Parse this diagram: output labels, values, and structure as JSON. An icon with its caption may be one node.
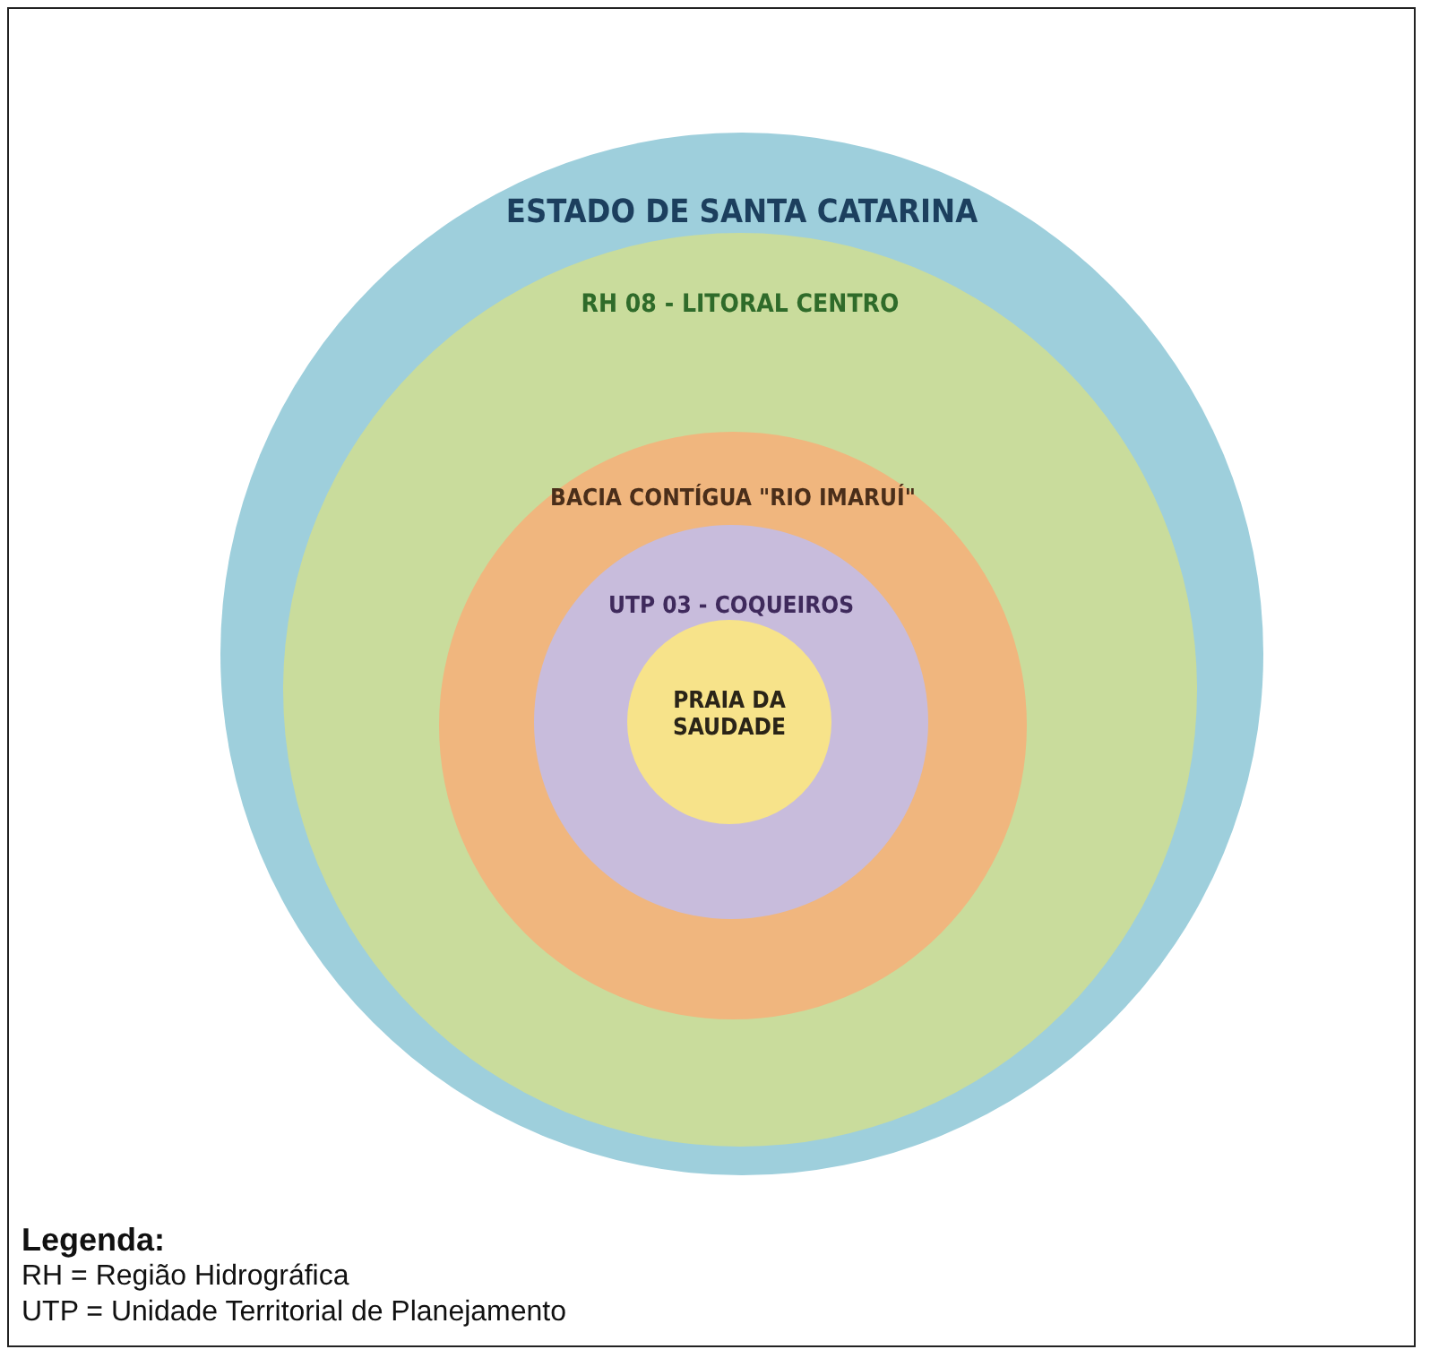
{
  "diagram": {
    "nodes": [
      {
        "text": [
          "ESTADO DE SANTA CATARINA"
        ]
      },
      {
        "text": [
          "RH 08 - LITORAL CENTRO"
        ],
        "in": 0
      },
      {
        "text": [
          "BACIA CONTÍGUA \"RIO IMARUÍ\""
        ],
        "in": 1
      },
      {
        "text": [
          "UTP 03 - COQUEIROS"
        ],
        "in": 2
      },
      {
        "text": [
          "PRAIA DA SAUDADE"
        ],
        "in": 3
      }
    ],
    "labels": [
      "Legenda:",
      "RH = Região Hidrográfica",
      "UTP = Unidade Territorial de Planejamento"
    ]
  }
}
